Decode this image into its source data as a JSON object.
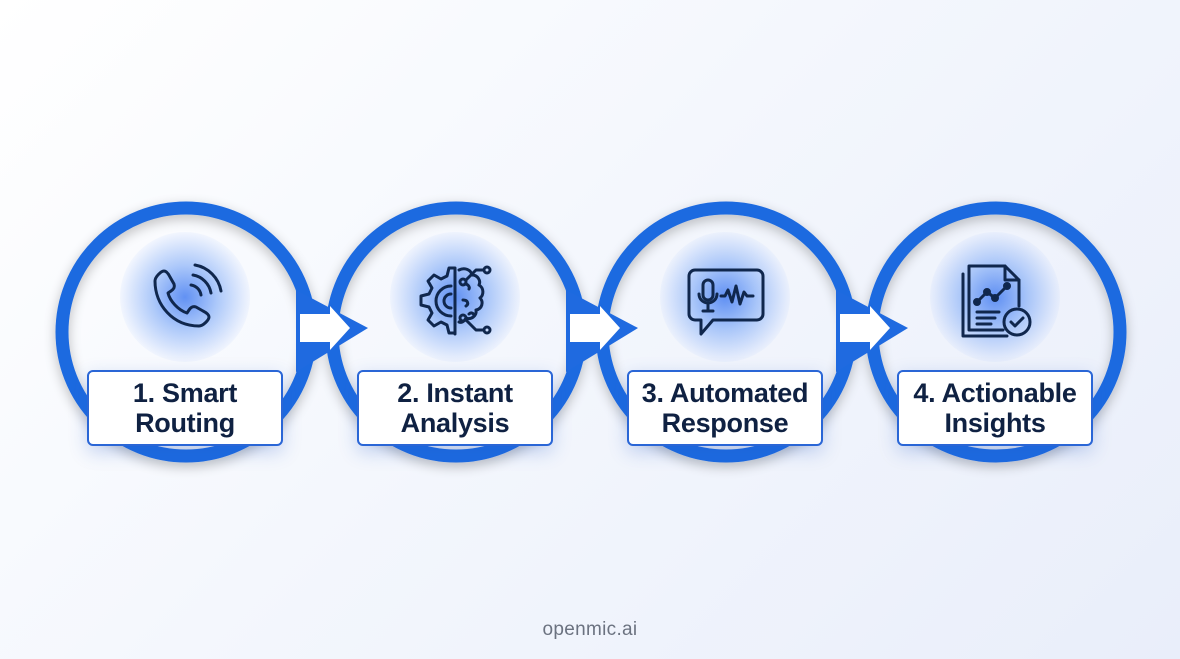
{
  "steps": [
    {
      "number": "1.",
      "line1": "1. Smart",
      "line2": "Routing",
      "icon": "phone-ringing-icon"
    },
    {
      "number": "2.",
      "line1": "2. Instant",
      "line2": "Analysis",
      "icon": "gear-brain-icon"
    },
    {
      "number": "3.",
      "line1": "3. Automated",
      "line2": "Response",
      "icon": "voice-chat-bubble-icon"
    },
    {
      "number": "4.",
      "line1": "4. Actionable",
      "line2": "Insights",
      "icon": "report-check-icon"
    }
  ],
  "footer": {
    "text": "openmic.ai"
  },
  "colors": {
    "ring": "#1f6ae0",
    "text": "#0f2142",
    "icon": "#10274d",
    "footer": "#6b7280"
  }
}
